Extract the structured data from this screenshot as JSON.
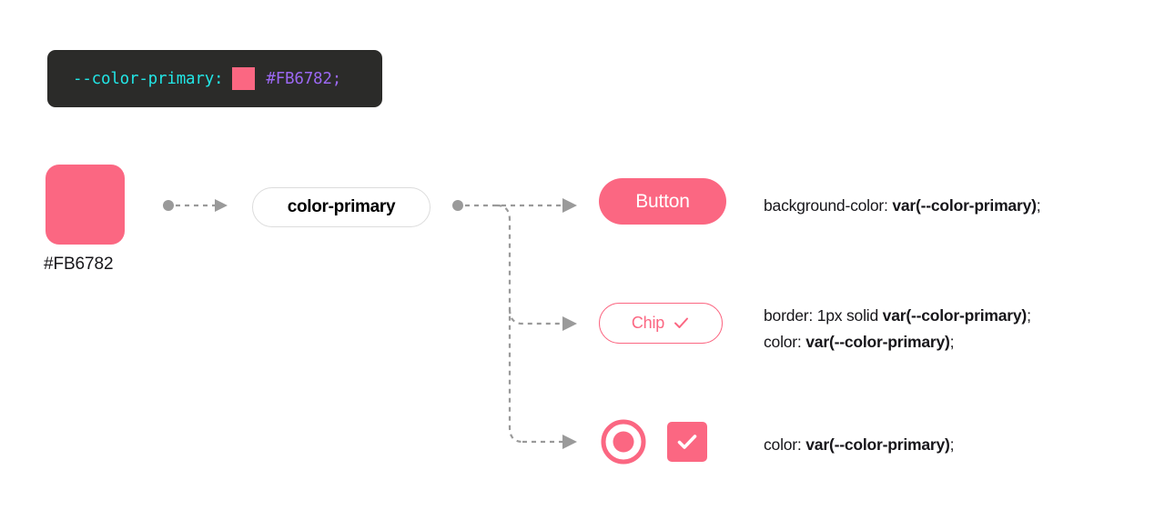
{
  "colors": {
    "primary": "#FB6782",
    "code_bg": "#2B2B29",
    "code_prop": "#22E6E6",
    "code_value": "#9B68F2",
    "connector": "#9a9a9a",
    "pill_border": "#DCDCDC",
    "text": "#17161A"
  },
  "code_block": {
    "property": "--color-primary:",
    "swatch_color": "#FB6782",
    "value": "#FB6782;"
  },
  "source": {
    "swatch_color": "#FB6782",
    "hex_label": "#FB6782",
    "token_label": "color-primary"
  },
  "components": [
    {
      "name": "button",
      "label": "Button",
      "css_lines": [
        [
          {
            "text": "background-color: ",
            "bold": false
          },
          {
            "text": "var(--color-primary)",
            "bold": true
          },
          {
            "text": ";",
            "bold": false
          }
        ]
      ]
    },
    {
      "name": "chip",
      "label": "Chip",
      "icon": "check-icon",
      "css_lines": [
        [
          {
            "text": "border: 1px solid ",
            "bold": false
          },
          {
            "text": "var(--color-primary)",
            "bold": true
          },
          {
            "text": ";",
            "bold": false
          }
        ],
        [
          {
            "text": "color: ",
            "bold": false
          },
          {
            "text": "var(--color-primary)",
            "bold": true
          },
          {
            "text": ";",
            "bold": false
          }
        ]
      ]
    },
    {
      "name": "input-controls",
      "controls": [
        "radio-button-selected",
        "checkbox-checked"
      ],
      "css_lines": [
        [
          {
            "text": "color: ",
            "bold": false
          },
          {
            "text": "var(--color-primary)",
            "bold": true
          },
          {
            "text": ";",
            "bold": false
          }
        ]
      ]
    }
  ],
  "connectors": {
    "source_to_token": "dashed-arrow",
    "token_to_components": "dashed-branching-arrow"
  }
}
